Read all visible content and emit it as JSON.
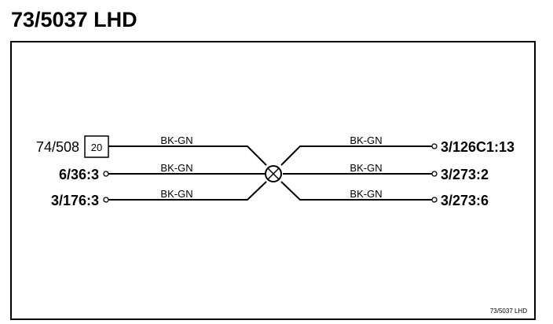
{
  "title": "73/5037 LHD",
  "connector": {
    "id": "74/508",
    "pin": "20"
  },
  "left_terminals": [
    "6/36:3",
    "3/176:3"
  ],
  "right_terminals": [
    "3/126C1:13",
    "3/273:2",
    "3/273:6"
  ],
  "wire_color_label": "BK-GN",
  "footer": "73/5037 LHD",
  "colors": {
    "line": "#000000",
    "background": "#ffffff"
  }
}
